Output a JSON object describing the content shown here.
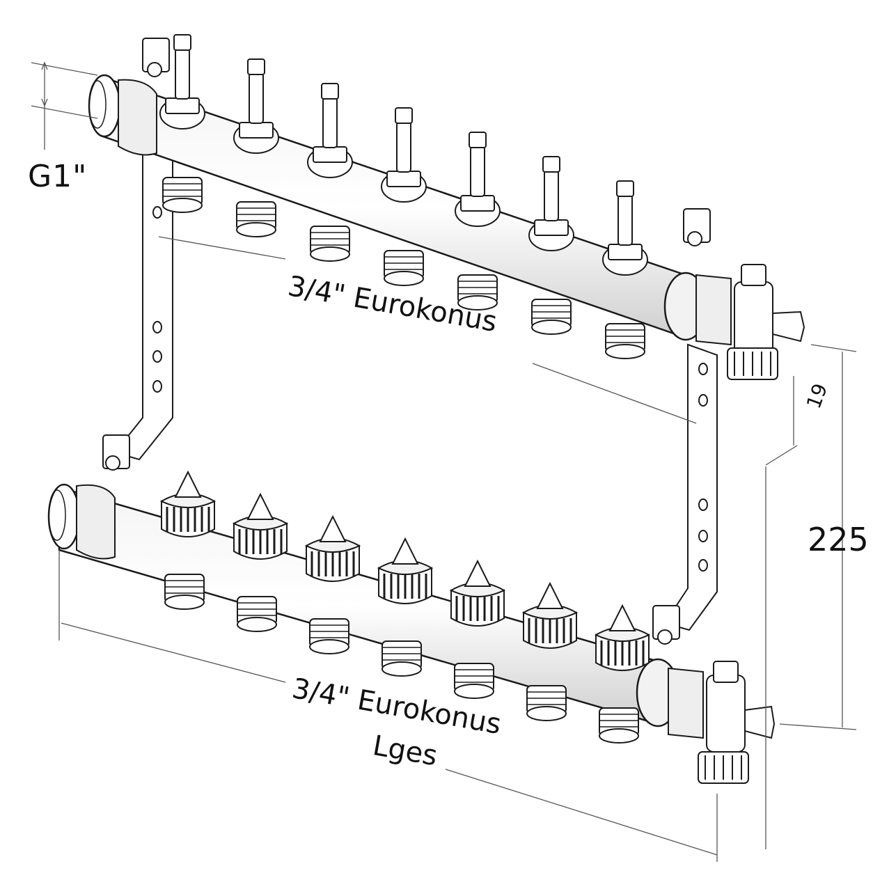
{
  "labels": {
    "inlet_thread": "G1\"",
    "top_connectors": "3/4\" Eurokonus",
    "bottom_connectors": "3/4\" Eurokonus",
    "total_length": "Lges",
    "height": "225",
    "offset": "19"
  },
  "manifold": {
    "outlets_per_bar": 7,
    "top_bar_fittings": "flow-meter",
    "bottom_bar_fittings": "valve-cap"
  },
  "colors": {
    "line": "#1a1a1a",
    "dim_line": "#555555",
    "fill": "#ffffff",
    "shade": "#d9d9d9"
  }
}
